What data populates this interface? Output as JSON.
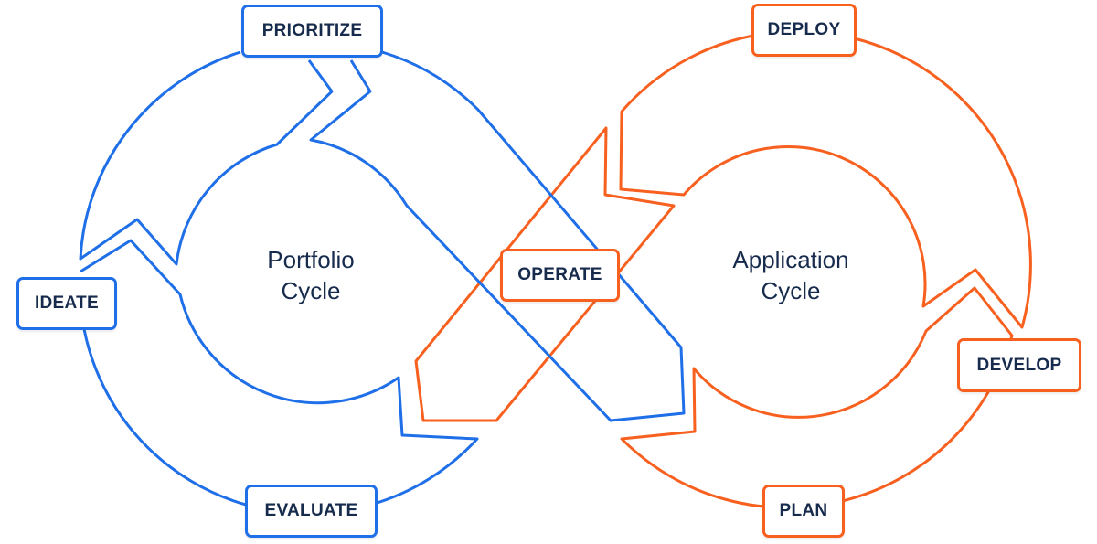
{
  "colors": {
    "portfolio": "#1f6fe8",
    "application": "#f8601f",
    "text": "#172b4d"
  },
  "portfolio_cycle": {
    "title_line1": "Portfolio",
    "title_line2": "Cycle",
    "stages": [
      "PRIORITIZE",
      "IDEATE",
      "EVALUATE"
    ]
  },
  "shared_stage": "OPERATE",
  "application_cycle": {
    "title_line1": "Application",
    "title_line2": "Cycle",
    "stages": [
      "DEPLOY",
      "DEVELOP",
      "PLAN"
    ]
  }
}
